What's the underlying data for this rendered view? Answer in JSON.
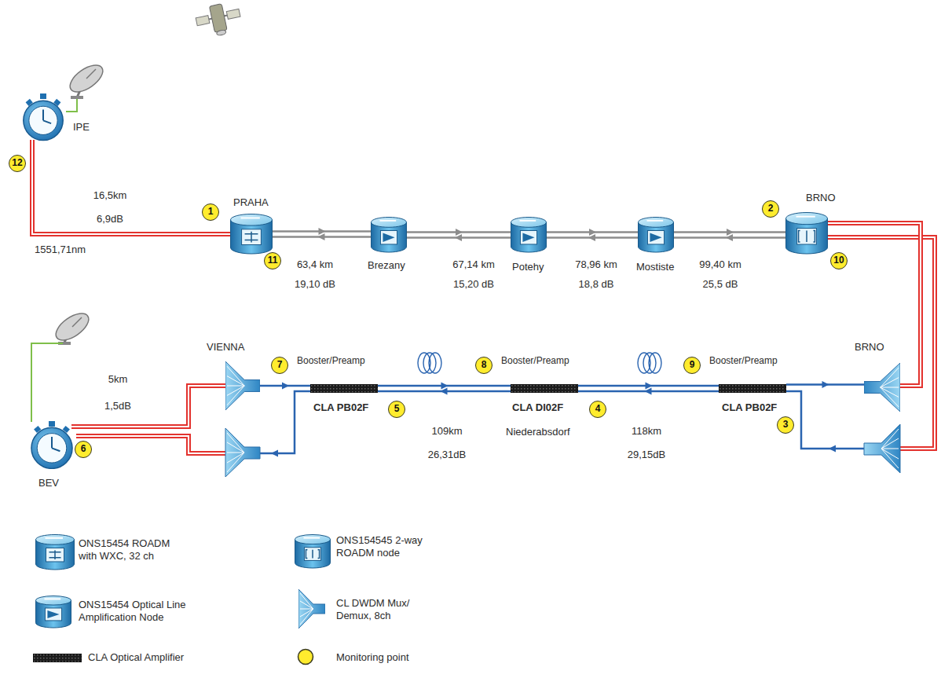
{
  "diagram": {
    "nodes": [
      {
        "text": [
          "IPE"
        ]
      },
      {
        "text": [
          "PRAHA"
        ]
      },
      {
        "text": [
          "Brezany"
        ]
      },
      {
        "text": [
          "Potehy"
        ]
      },
      {
        "text": [
          "Mostiste"
        ]
      },
      {
        "text": [
          "BRNO"
        ]
      },
      {
        "text": [
          "VIENNA"
        ]
      },
      {
        "text": [
          "CLA PB02F"
        ]
      },
      {
        "text": [
          "CLA DI02F",
          "Niederabsdorf"
        ]
      },
      {
        "text": [
          "CLA PB02F"
        ]
      },
      {
        "text": [
          "BRNO"
        ]
      },
      {
        "text": [
          "BEV"
        ]
      }
    ],
    "edges": [
      {
        "from": 0,
        "to": 1,
        "arrow": "none",
        "label": "16,5km 6,9dB"
      },
      {
        "from": 1,
        "to": 2,
        "arrow": "both",
        "label": "63,4 km 19,10 dB"
      },
      {
        "from": 2,
        "to": 3,
        "arrow": "both",
        "label": "67,14 km 15,20 dB"
      },
      {
        "from": 3,
        "to": 4,
        "arrow": "both",
        "label": "78,96 km 18,8 dB"
      },
      {
        "from": 4,
        "to": 5,
        "arrow": "both",
        "label": "99,40 km 25,5 dB"
      },
      {
        "from": 5,
        "to": 10,
        "arrow": "none"
      },
      {
        "from": 11,
        "to": 6,
        "arrow": "none",
        "label": "5km 1,5dB"
      },
      {
        "from": 6,
        "to": 7,
        "arrow": "to"
      },
      {
        "from": 7,
        "to": 8,
        "arrow": "both",
        "label": "109km 26,31dB"
      },
      {
        "from": 8,
        "to": 9,
        "arrow": "both",
        "label": "118km 29,15dB"
      },
      {
        "from": 9,
        "to": 10,
        "arrow": "to"
      }
    ],
    "labels": [
      "12",
      "1",
      "2",
      "11",
      "10",
      "1551,71nm",
      "7",
      "Booster/Preamp",
      "8",
      "Booster/Preamp",
      "9",
      "Booster/Preamp",
      "5",
      "4",
      "3",
      "6"
    ],
    "legend": [
      {
        "text": "ONS15454 ROADM with WXC, 32 ch"
      },
      {
        "text": "ONS154545 2-way ROADM node"
      },
      {
        "text": "ONS15454 Optical Line Amplification Node"
      },
      {
        "text": "CL DWDM Mux/ Demux, 8ch"
      },
      {
        "text": "CLA Optical Amplifier"
      },
      {
        "text": "Monitoring point"
      }
    ]
  }
}
